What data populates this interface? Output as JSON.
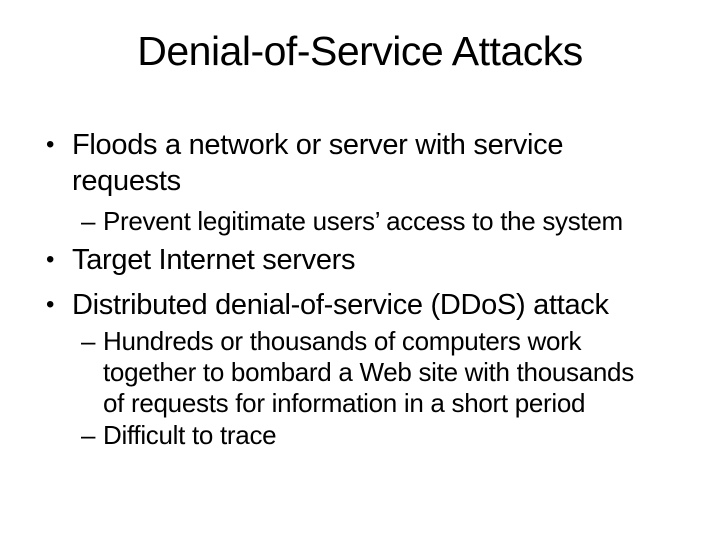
{
  "slide": {
    "title": "Denial-of-Service Attacks",
    "markers": {
      "level1": "•",
      "level2": "–"
    },
    "bullets": [
      {
        "level": 1,
        "marker": "•",
        "text": "Floods a network or server with service\nrequests"
      },
      {
        "level": 2,
        "marker": "–",
        "text": "Prevent legitimate users’ access to the system"
      },
      {
        "level": 1,
        "marker": "•",
        "text": "Target Internet servers"
      },
      {
        "level": 1,
        "marker": "•",
        "text": "Distributed denial-of-service (DDoS) attack"
      },
      {
        "level": 2,
        "marker": "–",
        "text": "Hundreds or thousands of computers work\ntogether to bombard a Web site with thousands\nof requests for information in a short period"
      },
      {
        "level": 2,
        "marker": "–",
        "text": "Difficult to trace"
      }
    ],
    "colors": {
      "background": "#ffffff",
      "text": "#000000"
    }
  }
}
